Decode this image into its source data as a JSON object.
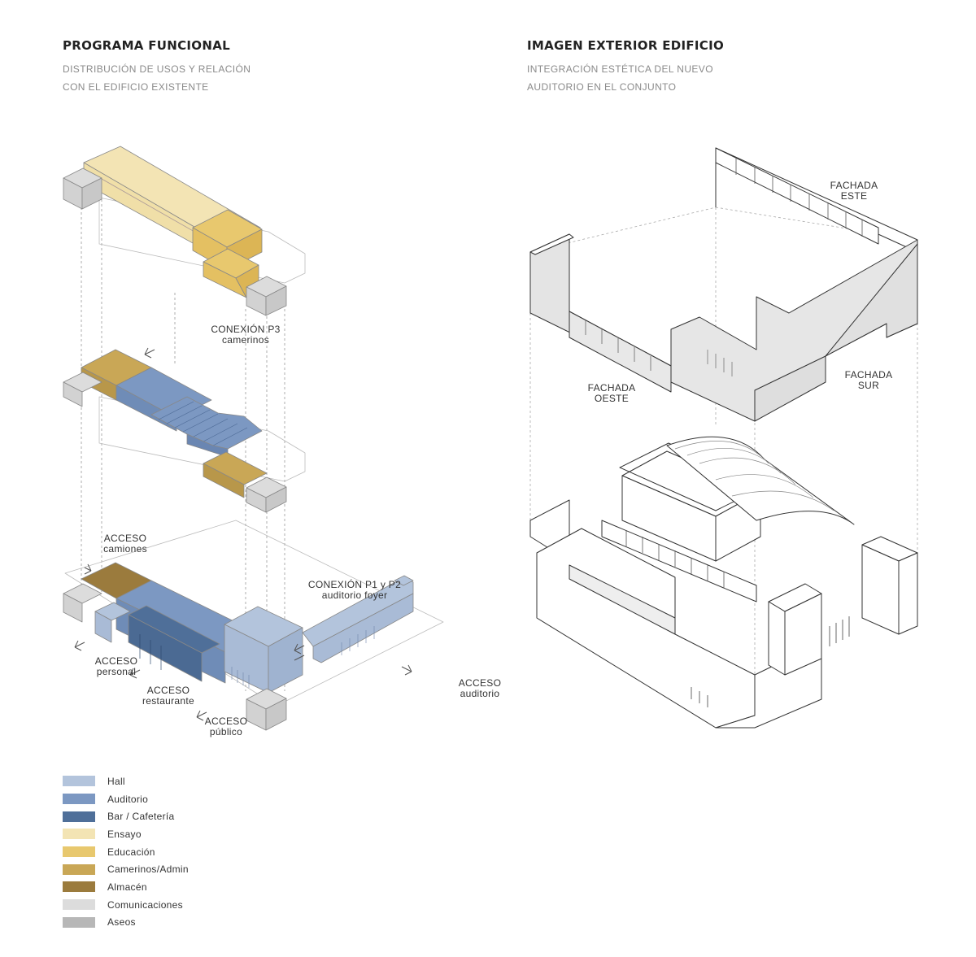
{
  "left_header": {
    "title": "PROGRAMA FUNCIONAL",
    "subtitle_line1": "DISTRIBUCIÓN DE USOS  Y RELACIÓN",
    "subtitle_line2": "CON EL EDIFICIO EXISTENTE"
  },
  "right_header": {
    "title": "IMAGEN EXTERIOR EDIFICIO",
    "subtitle_line1": "INTEGRACIÓN ESTÉTICA DEL NUEVO",
    "subtitle_line2": "AUDITORIO EN EL CONJUNTO"
  },
  "labels": {
    "conexion_p3": [
      "CONEXIÓN P3",
      "camerinos"
    ],
    "acceso_camiones": [
      "ACCESO",
      "camiones"
    ],
    "conexion_p1p2": [
      "CONEXIÓN P1 y P2",
      "auditorio  foyer"
    ],
    "acceso_personal": [
      "ACCESO",
      "personal"
    ],
    "acceso_restaurante": [
      "ACCESO",
      "restaurante"
    ],
    "acceso_publico": [
      "ACCESO",
      "público"
    ],
    "acceso_auditorio": [
      "ACCESO",
      "auditorio"
    ],
    "fachada_este": [
      "FACHADA",
      "ESTE"
    ],
    "fachada_oeste": [
      "FACHADA",
      "OESTE"
    ],
    "fachada_sur": [
      "FACHADA",
      "SUR"
    ]
  },
  "colors": {
    "hall": "#b3c4dc",
    "auditorio": "#7c98c2",
    "bar": "#4f6f99",
    "ensayo": "#f3e4b4",
    "educacion": "#e8c86e",
    "camerinos": "#c9a756",
    "almacen": "#9b7b3d",
    "comunicaciones": "#dcdcdc",
    "aseos": "#b7b7b7"
  },
  "legend": [
    {
      "label": "Hall",
      "color": "#b3c4dc"
    },
    {
      "label": "Auditorio",
      "color": "#7c98c2"
    },
    {
      "label": "Bar / Cafetería",
      "color": "#4f6f99"
    },
    {
      "label": "Ensayo",
      "color": "#f3e4b4"
    },
    {
      "label": "Educación",
      "color": "#e8c86e"
    },
    {
      "label": "Camerinos/Admin",
      "color": "#c9a756"
    },
    {
      "label": "Almacén",
      "color": "#9b7b3d"
    },
    {
      "label": "Comunicaciones",
      "color": "#dcdcdc"
    },
    {
      "label": "Aseos",
      "color": "#b7b7b7"
    }
  ]
}
